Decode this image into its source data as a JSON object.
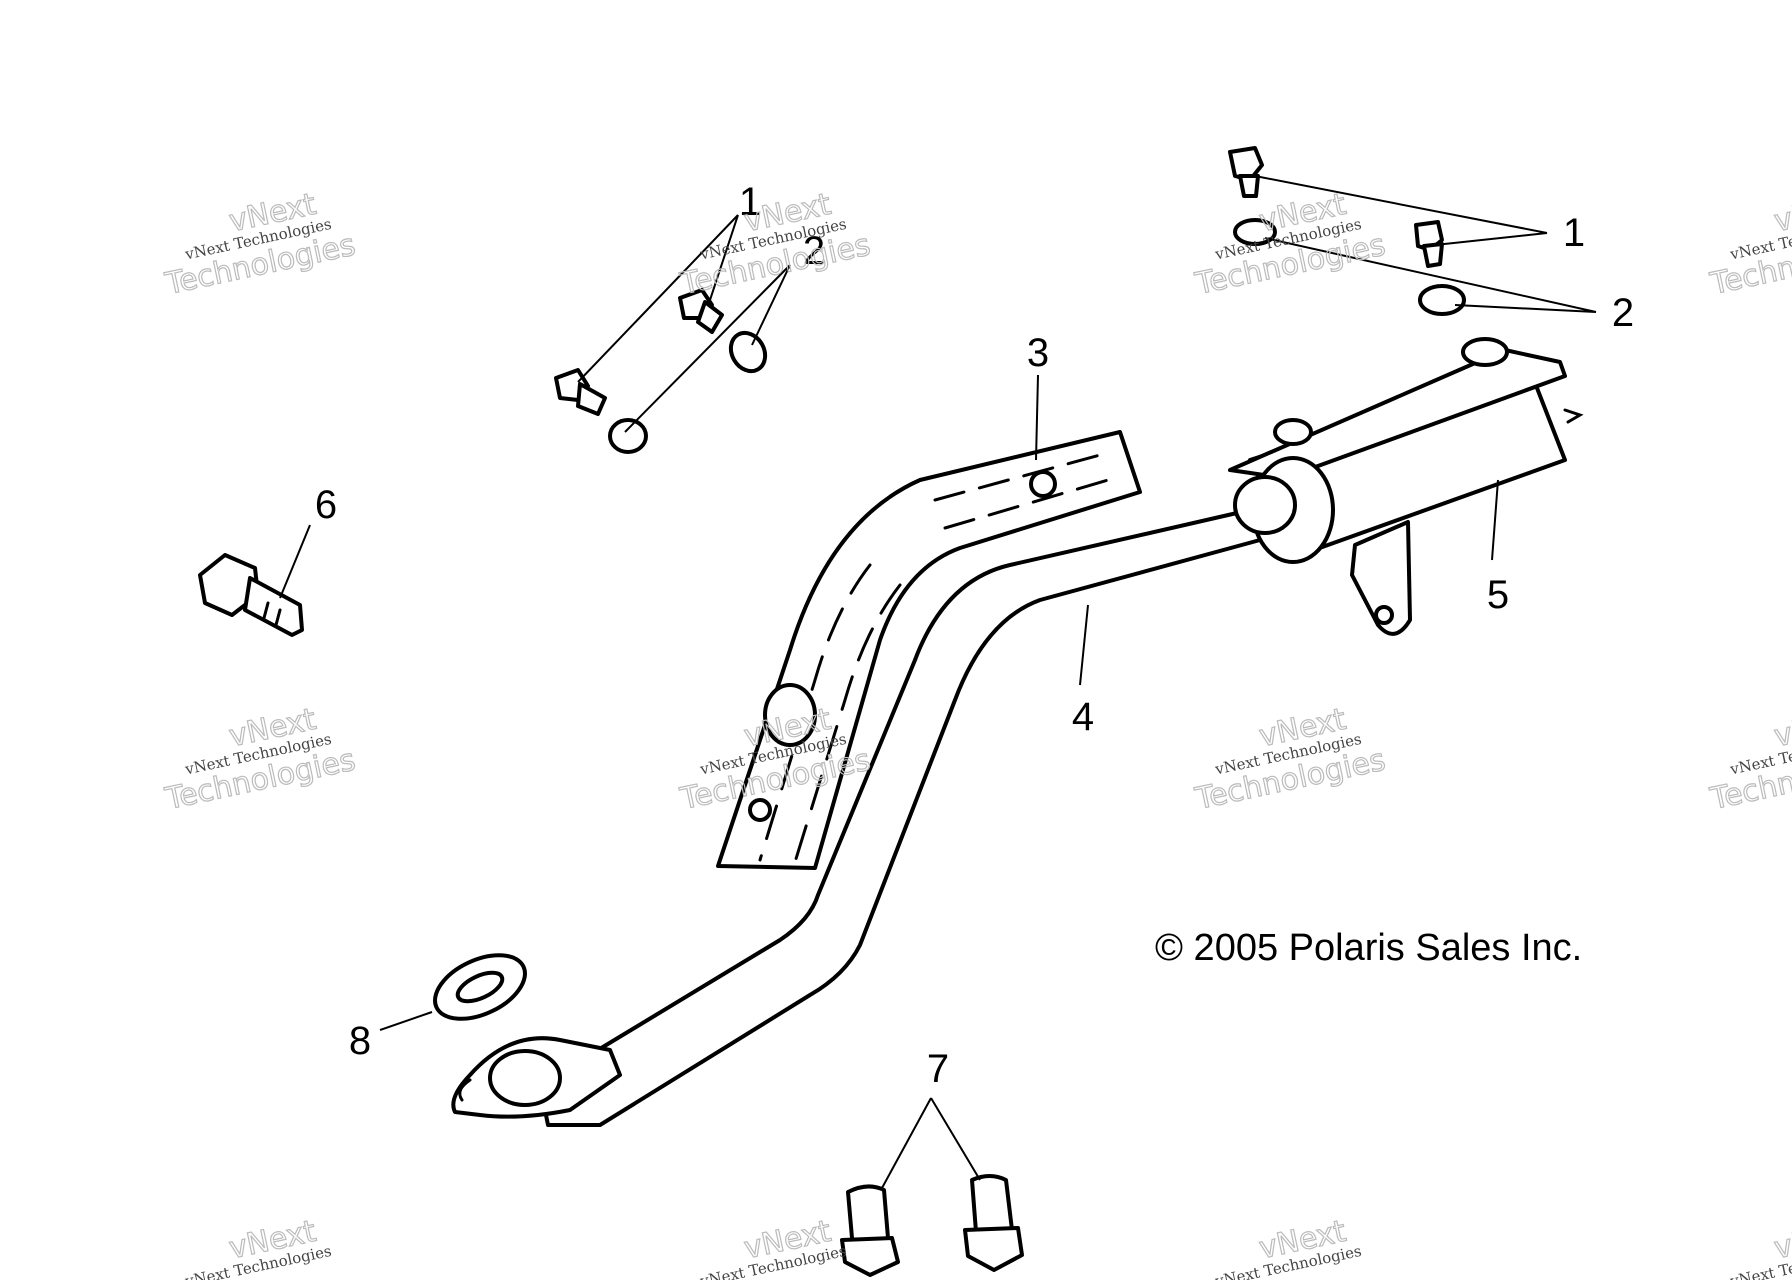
{
  "callouts": {
    "c1_left": "1",
    "c2_left": "2",
    "c1_right": "1",
    "c2_right": "2",
    "c3": "3",
    "c4": "4",
    "c5": "5",
    "c6": "6",
    "c7": "7",
    "c8": "8"
  },
  "copyright": "© 2005 Polaris Sales Inc.",
  "watermark": {
    "line_small": "vNext Technologies",
    "line_large_1": "vNext",
    "line_large_2": "Technologies"
  }
}
